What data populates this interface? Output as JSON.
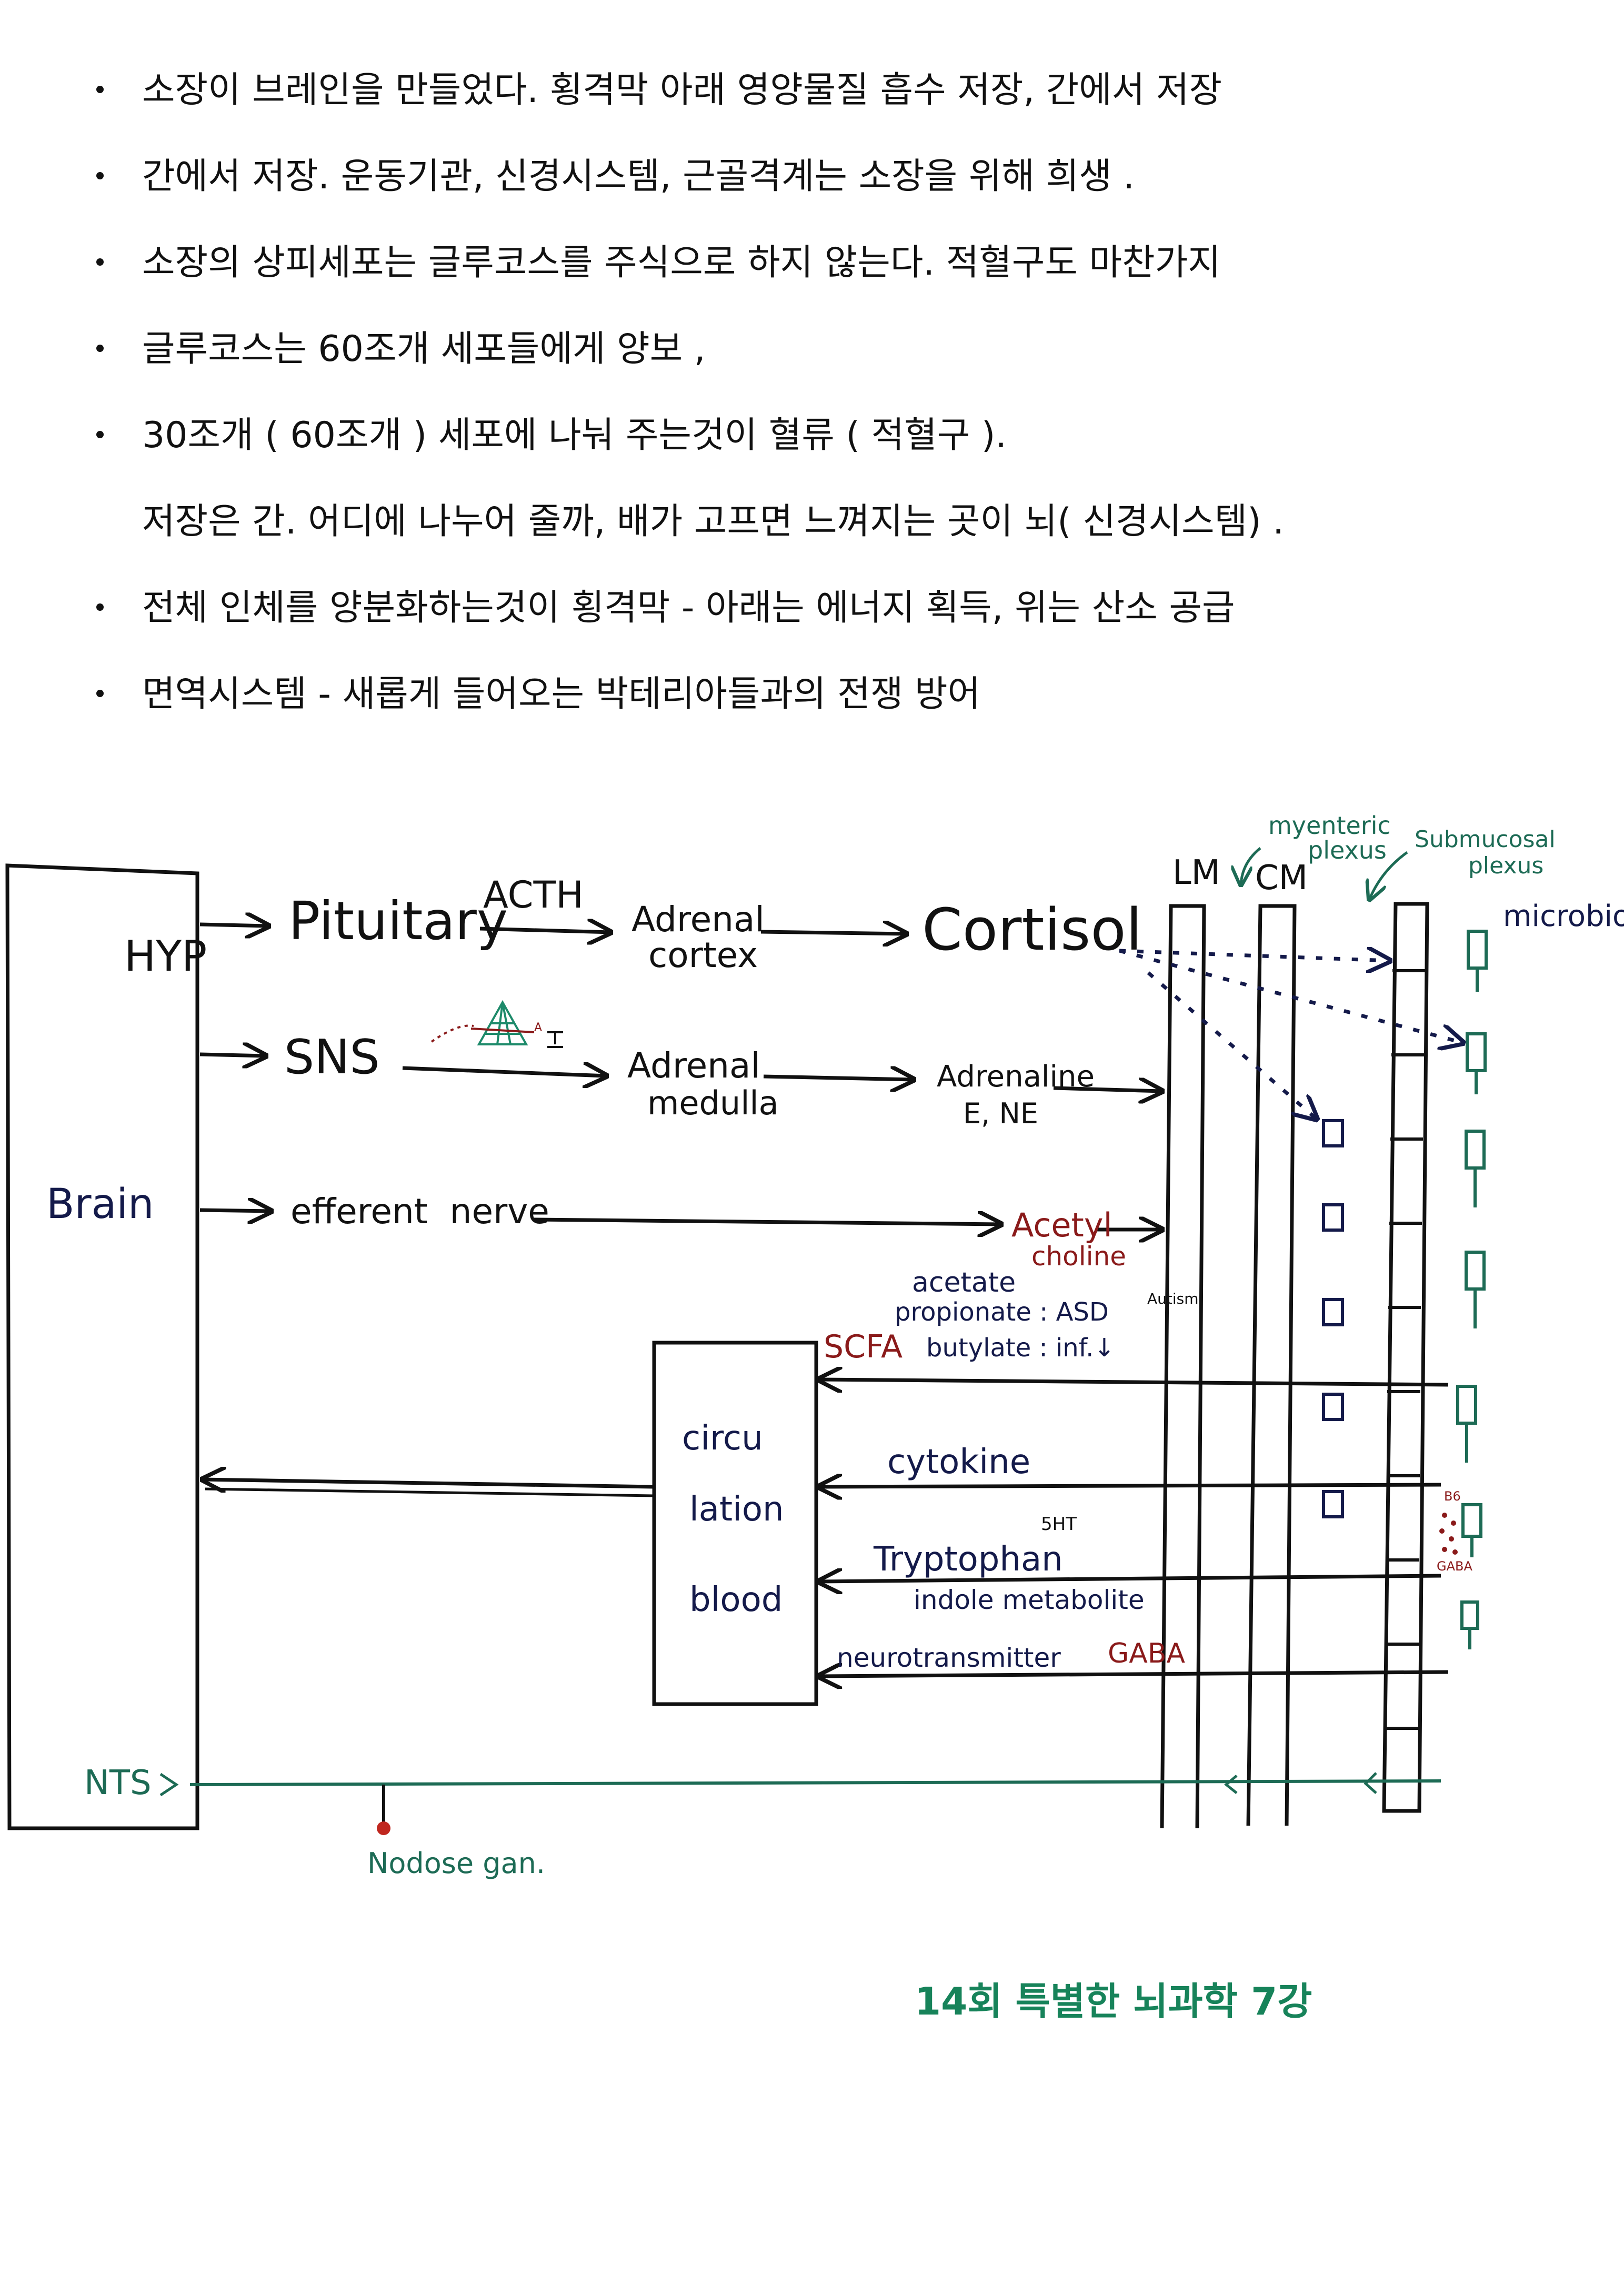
{
  "notes": [
    {
      "bullet": true,
      "text": "소장이 브레인을 만들었다.  횡격막 아래 영양물질 흡수 저장, 간에서 저장"
    },
    {
      "bullet": true,
      "text": "간에서 저장.  운동기관, 신경시스템, 근골격계는 소장을 위해 희생 ."
    },
    {
      "bullet": true,
      "text": "소장의 상피세포는 글루코스를 주식으로 하지 않는다.  적혈구도 마찬가지"
    },
    {
      "bullet": true,
      "text": "글루코스는 60조개 세포들에게 양보 ,"
    },
    {
      "bullet": true,
      "text": "30조개 ( 60조개 ) 세포에 나눠 주는것이 혈류 ( 적혈구 )."
    },
    {
      "bullet": false,
      "text": "저장은 간.  어디에 나누어 줄까, 배가 고프면 느껴지는 곳이 뇌( 신경시스템) ."
    },
    {
      "bullet": true,
      "text": "전체 인체를 양분화하는것이 횡격막 - 아래는 에너지 획득, 위는 산소 공급"
    },
    {
      "bullet": true,
      "text": "면역시스템 - 새롭게 들어오는 박테리아들과의 전쟁 방어"
    }
  ],
  "diagram": {
    "brain": "Brain",
    "hyp": "HYP",
    "pituitary": "Pituitary",
    "acth": "ACTH",
    "adrenal_cortex": [
      "Adrenal",
      "cortex"
    ],
    "cortisol": "Cortisol",
    "sns": "SNS",
    "adrenal_medulla": [
      "Adrenal",
      "medulla"
    ],
    "adrenaline": "Adrenaline",
    "e_ne": "E, NE",
    "efferent": "efferent  nerve",
    "acetylcholine": [
      "Acetyl",
      "choline"
    ],
    "acetate": "acetate",
    "propionate": "propionate : ASD",
    "autism": "Autism",
    "scfa": "SCFA",
    "butylate": "butylate : inf.↓",
    "circulation": [
      "circu",
      "lation",
      "blood"
    ],
    "cytokine": "cytokine",
    "tryptophan": "Tryptophan",
    "five_ht": "5HT",
    "indole": "indole metabolite",
    "neurotransmitter": "neurotransmitter",
    "gaba": "GABA",
    "b6": "B6",
    "gaba_small": "GABA",
    "nts": "NTS",
    "nodose": "Nodose gan.",
    "lm": "LM",
    "cm": "CM",
    "myenteric": [
      "myenteric",
      "plexus"
    ],
    "submucosal": [
      "Submucosal",
      "plexus"
    ],
    "microbiota": "microbiota"
  },
  "footer": "14회 특별한 뇌과학  7강",
  "colors": {
    "ink": "#111111",
    "navy": "#141a4a",
    "red": "#8a1a1a",
    "green": "#1d6b55",
    "footer": "#17835a"
  }
}
